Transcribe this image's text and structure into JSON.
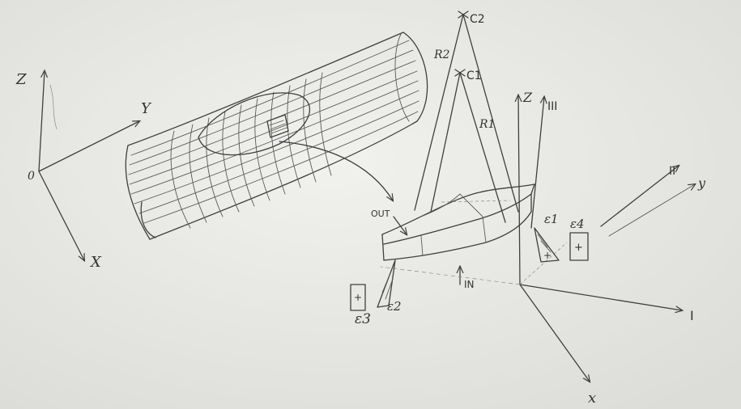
{
  "colors": {
    "paper": "#e9e9e6",
    "ink": "#3f3f3f"
  },
  "labels": {
    "axis_z_left": "Z",
    "axis_y_left": "Y",
    "axis_x_left": "X",
    "origin": "0",
    "center_2": "C2",
    "center_1": "C1",
    "radius_2": "R2",
    "radius_1": "R1",
    "axis_z_right": "Z",
    "axis_III": "III",
    "axis_II": "II",
    "axis_y_right": "y",
    "axis_I": "I",
    "axis_x_right": "x",
    "out": "OUT",
    "in": "IN",
    "eps1": "ε1",
    "eps4": "ε4",
    "eps2": "ε2",
    "eps3": "ε3",
    "plus_right": "+",
    "plus_left": "+"
  }
}
